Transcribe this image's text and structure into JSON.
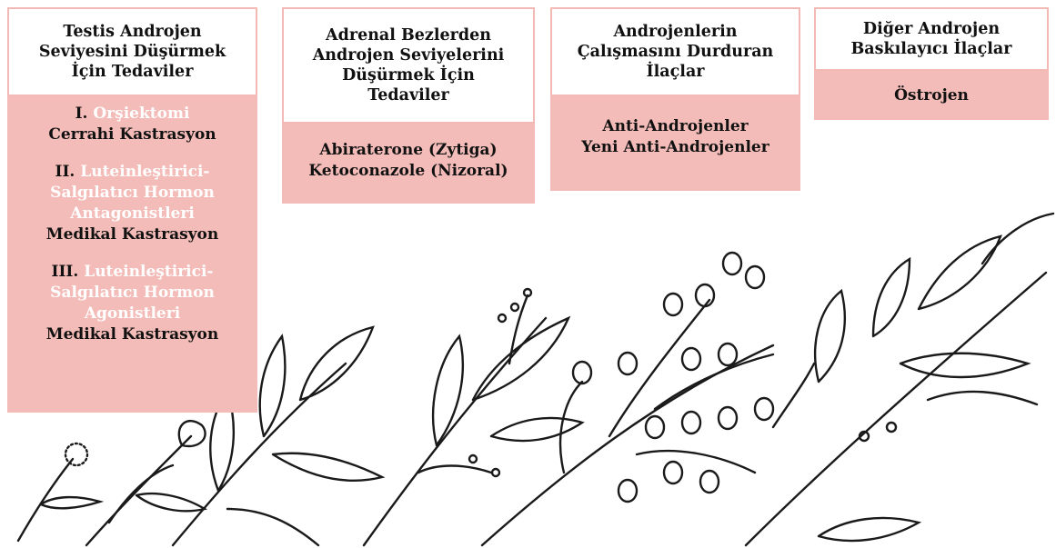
{
  "columns": [
    {
      "title_lines": [
        "Testis Androjen",
        "Seviyesini Düşürmek",
        "İçin Tedaviler"
      ],
      "items": [
        {
          "numeral": "I.",
          "name_lines": [
            "Orşiektomi"
          ],
          "method": "Cerrahi Kastrasyon"
        },
        {
          "numeral": "II.",
          "name_lines": [
            "Luteinleştirici-",
            "Salgılatıcı Hormon",
            "Antagonistleri"
          ],
          "method": "Medikal Kastrasyon"
        },
        {
          "numeral": "III.",
          "name_lines": [
            "Luteinleştirici-",
            "Salgılatıcı Hormon",
            "Agonistleri"
          ],
          "method": "Medikal Kastrasyon"
        }
      ]
    },
    {
      "title_lines": [
        "Adrenal Bezlerden",
        "Androjen Seviyelerini",
        "Düşürmek İçin",
        "Tedaviler"
      ],
      "body_lines": [
        "Abiraterone (Zytiga)",
        "Ketoconazole (Nizoral)"
      ]
    },
    {
      "title_lines": [
        "Androjenlerin",
        "Çalışmasını Durduran",
        "İlaçlar"
      ],
      "body_lines": [
        "Anti-Androjenler",
        "Yeni Anti-Androjenler"
      ]
    },
    {
      "title_lines": [
        "Diğer Androjen",
        "Baskılayıcı İlaçlar"
      ],
      "body_lines": [
        "Östrojen"
      ]
    }
  ],
  "colors": {
    "box_fill": "#f4bcb8",
    "border": "#f2b9b5",
    "highlight_text": "#ffffff",
    "text": "#111111"
  }
}
